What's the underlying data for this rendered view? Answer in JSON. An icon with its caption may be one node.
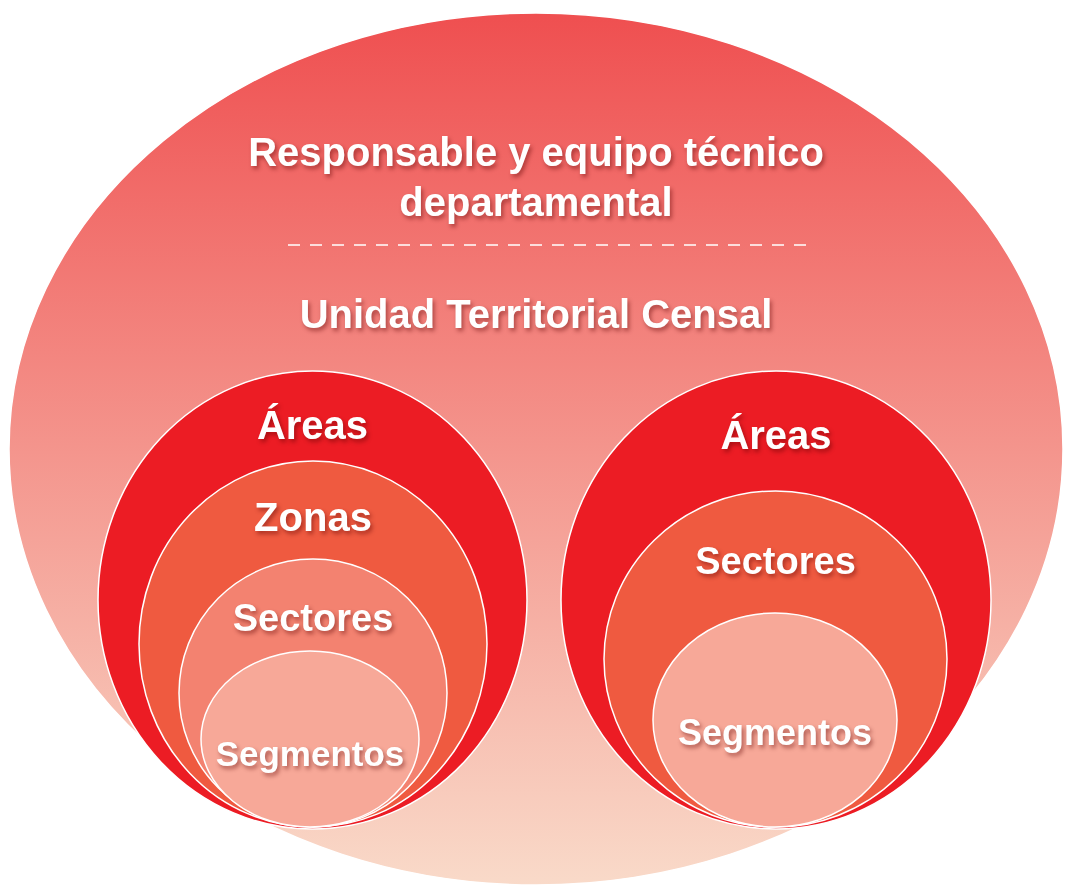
{
  "diagram": {
    "nodes": [
      {
        "text": [
          "Responsable y equipo técnico departamental",
          "Unidad Territorial Censal"
        ]
      },
      {
        "text": [
          "Áreas"
        ],
        "in": 0
      },
      {
        "text": [
          "Zonas"
        ],
        "in": 1
      },
      {
        "text": [
          "Sectores"
        ],
        "in": 2
      },
      {
        "text": [
          "Segmentos"
        ],
        "in": 3
      },
      {
        "text": [
          "Áreas"
        ],
        "in": 0
      },
      {
        "text": [
          "Sectores"
        ],
        "in": 5
      },
      {
        "text": [
          "Segmentos"
        ],
        "in": 6
      }
    ],
    "edges": []
  }
}
